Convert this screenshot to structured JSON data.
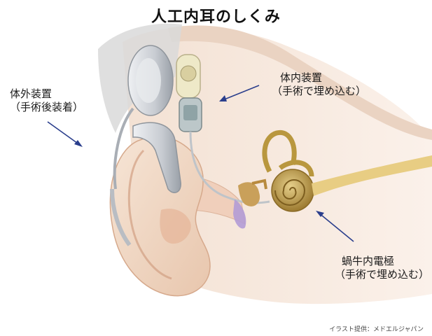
{
  "title": "人工内耳のしくみ",
  "labels": {
    "external": {
      "line1": "体外装置",
      "line2": "（手術後装着）"
    },
    "internal": {
      "line1": "体内装置",
      "line2": "（手術で埋め込む）"
    },
    "electrode": {
      "line1": "蝸牛内電極",
      "line2": "（手術で埋め込む）"
    }
  },
  "credit": "イラスト提供：メドエルジャパン",
  "colors": {
    "skin": "#f2dccb",
    "skin_shadow": "#e3bfa6",
    "device_gray": "#cfd3d8",
    "cochlea": "#c2a055",
    "nerve": "#e6c97a",
    "arrow": "#2a3e8c",
    "eardrum": "#a58ac9"
  }
}
